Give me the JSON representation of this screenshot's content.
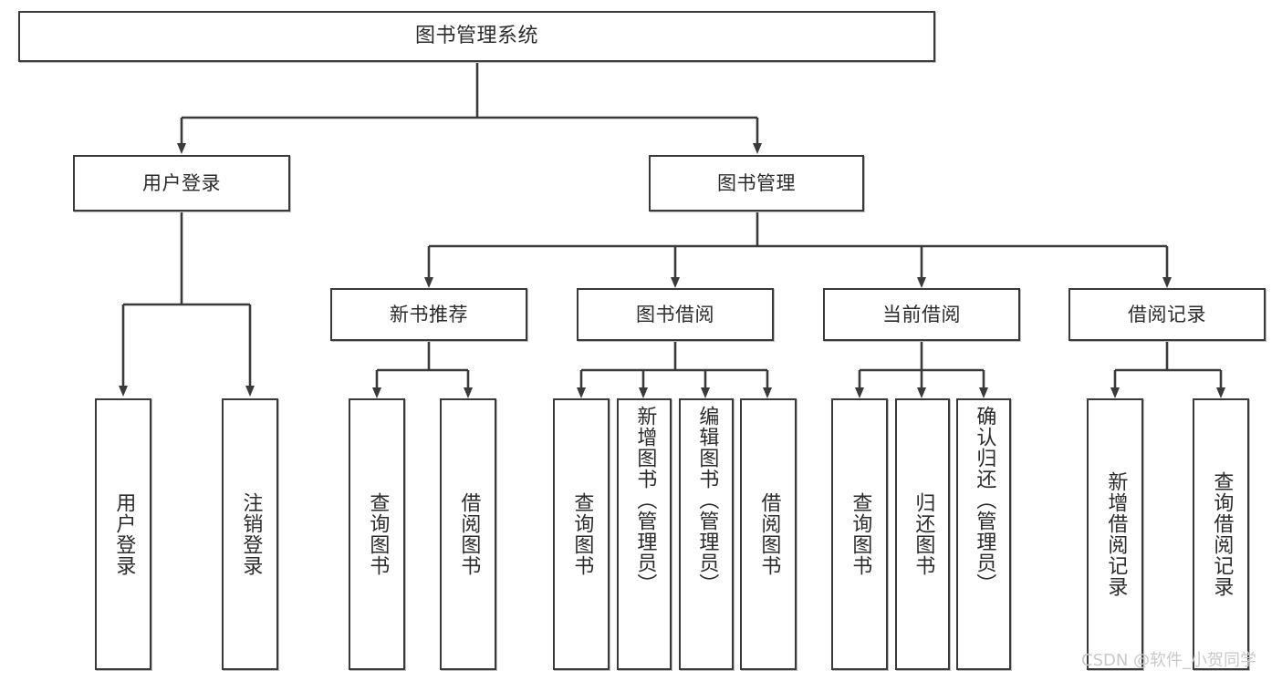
{
  "diagram": {
    "title_node": {
      "label": "图书管理系统"
    },
    "level2": [
      {
        "label": "用户登录"
      },
      {
        "label": "图书管理"
      }
    ],
    "level3": [
      {
        "label": "新书推荐"
      },
      {
        "label": "图书借阅"
      },
      {
        "label": "当前借阅"
      },
      {
        "label": "借阅记录"
      }
    ],
    "leaves": {
      "user_login": [
        {
          "label": "用户登录"
        },
        {
          "label": "注销登录"
        }
      ],
      "new_book": [
        {
          "label": "查询图书"
        },
        {
          "label": "借阅图书"
        }
      ],
      "book_borrow": [
        {
          "label": "查询图书"
        },
        {
          "label": "新增图书（管理员）"
        },
        {
          "label": "编辑图书（管理员）"
        },
        {
          "label": "借阅图书"
        }
      ],
      "current_borrow": [
        {
          "label": "查询图书"
        },
        {
          "label": "归还图书"
        },
        {
          "label": "确认归还（管理员）"
        }
      ],
      "borrow_record": [
        {
          "label": "新增借阅记录"
        },
        {
          "label": "查询借阅记录"
        }
      ]
    }
  },
  "watermark": {
    "text": "CSDN @软件_小贺同学"
  },
  "colors": {
    "stroke": "#3a3a3a",
    "box_fill": "#ffffff",
    "text": "#2b2b2b",
    "watermark": "#c9c9c9"
  }
}
